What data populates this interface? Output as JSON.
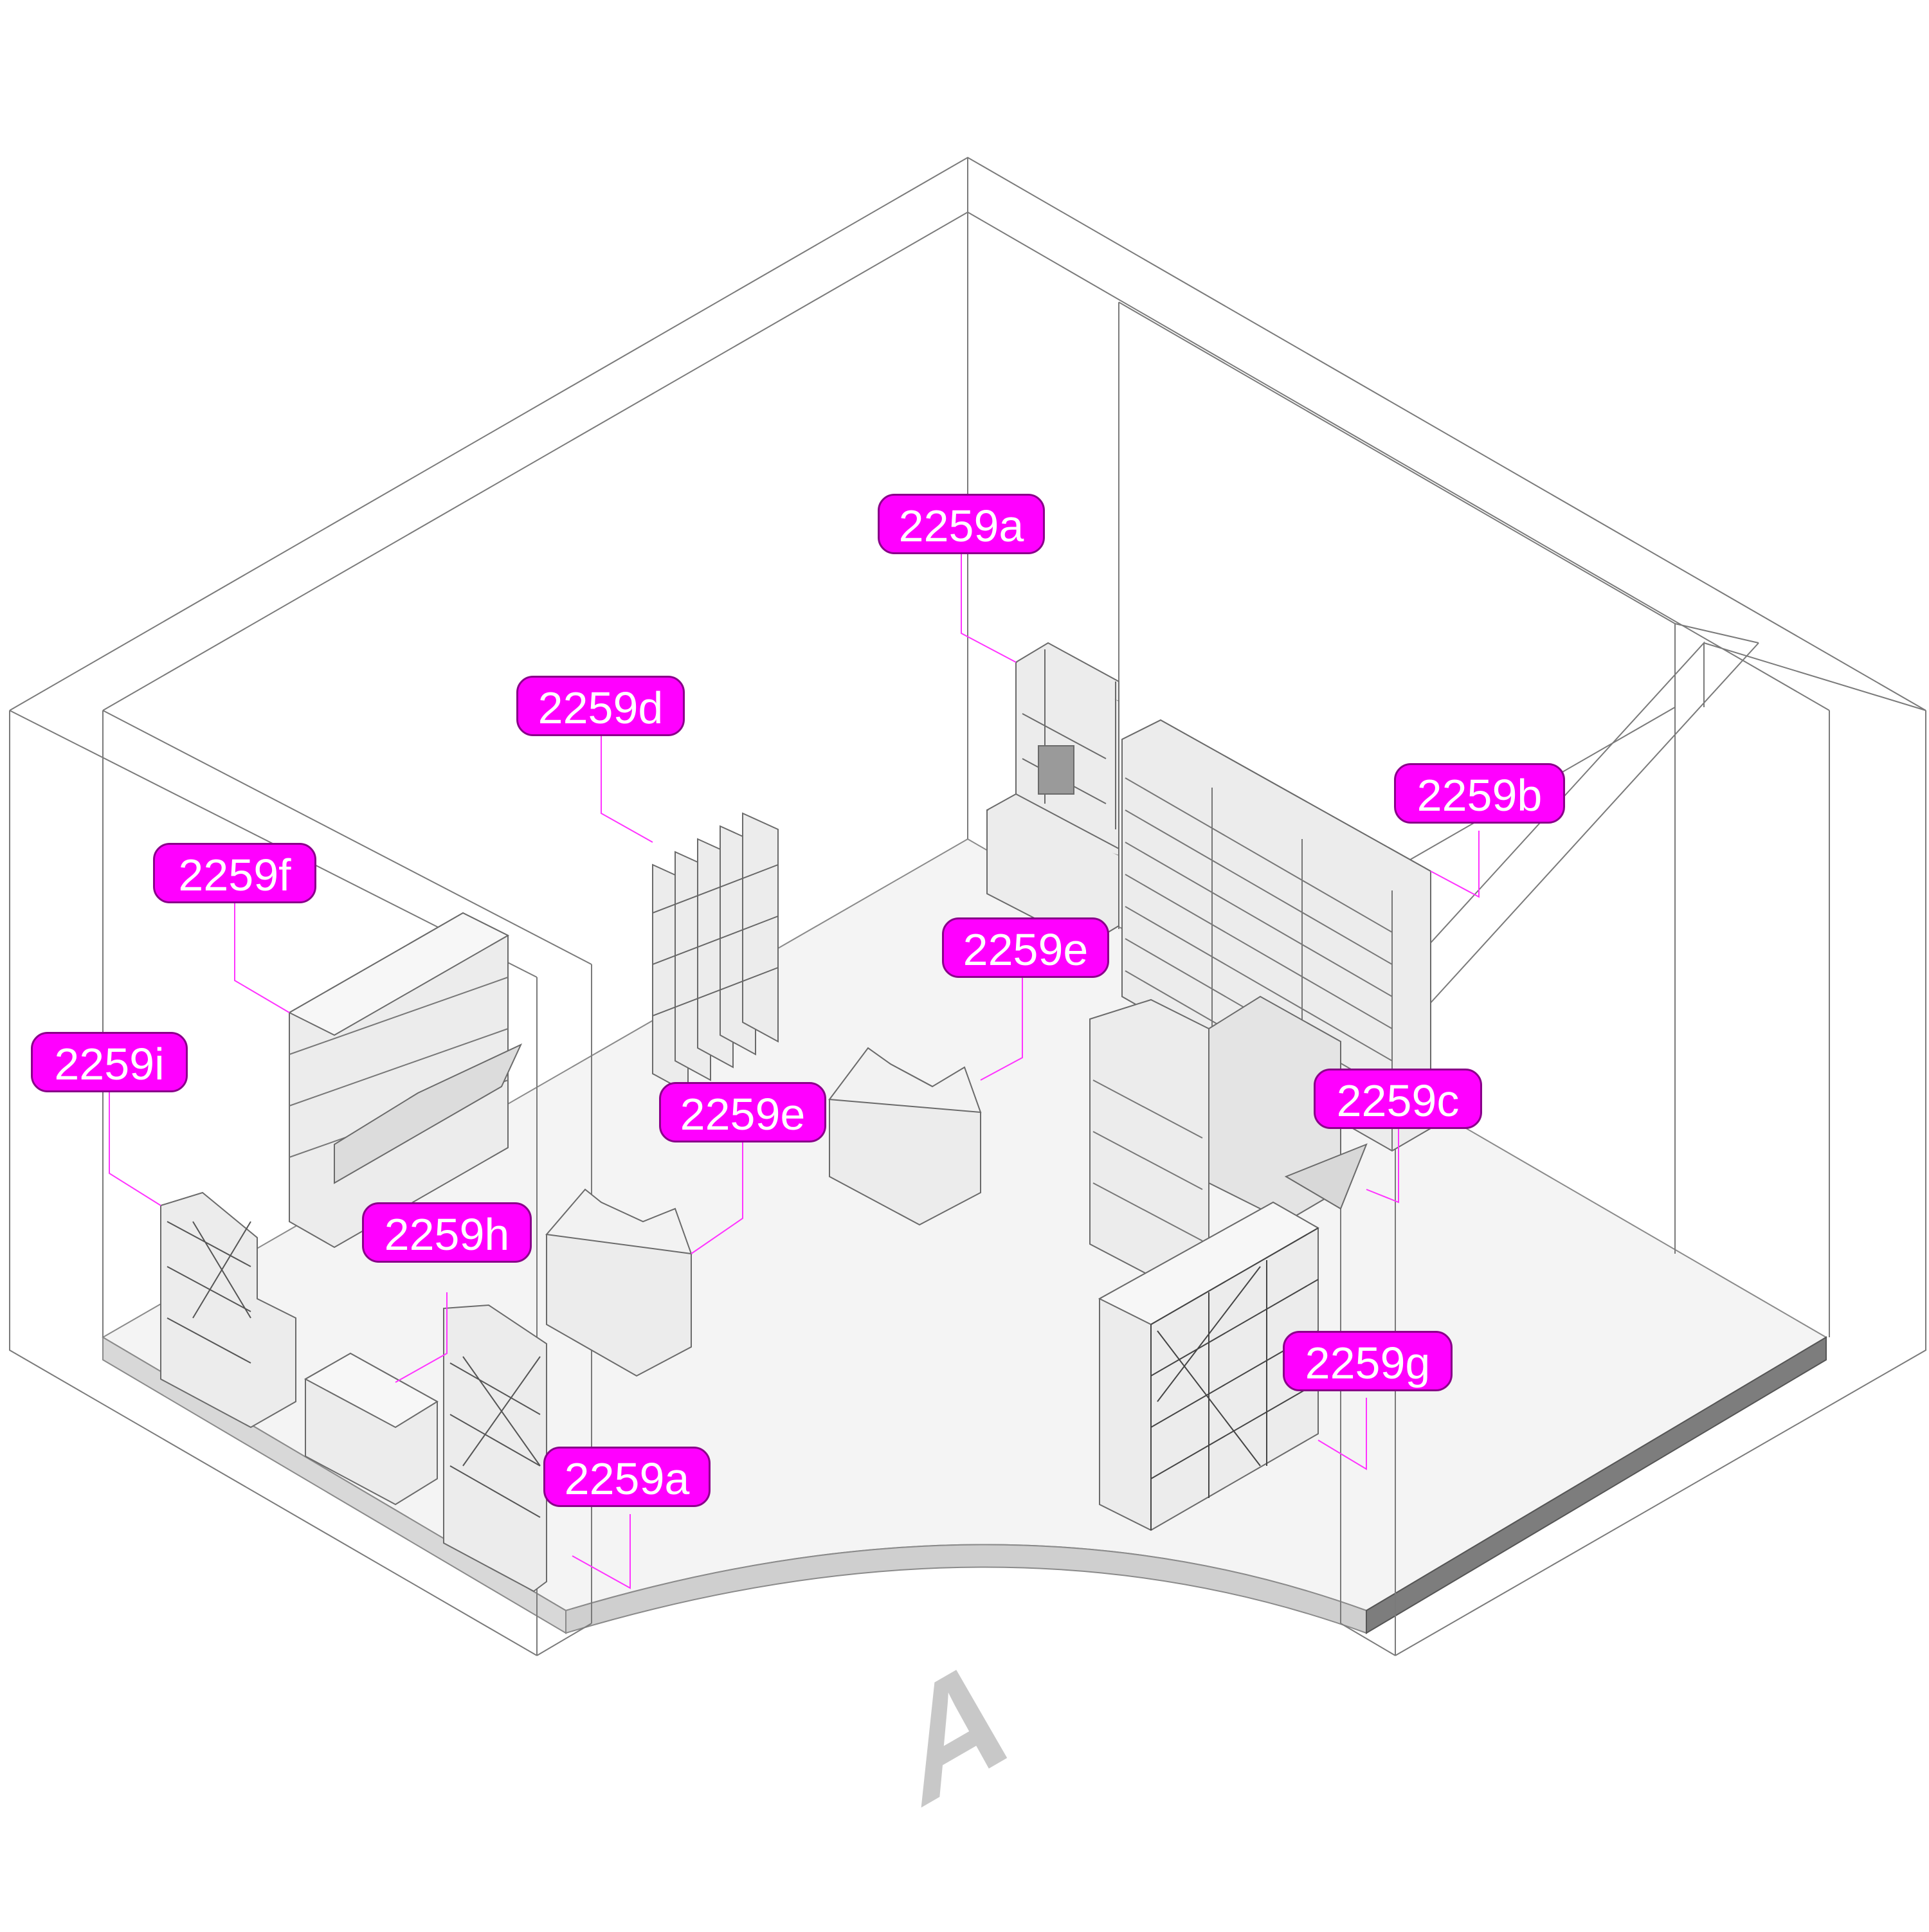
{
  "labels": [
    {
      "id": "2259a-top",
      "text": "2259a"
    },
    {
      "id": "2259d",
      "text": "2259d"
    },
    {
      "id": "2259f",
      "text": "2259f"
    },
    {
      "id": "2259b",
      "text": "2259b"
    },
    {
      "id": "2259e-right",
      "text": "2259e"
    },
    {
      "id": "2259i",
      "text": "2259i"
    },
    {
      "id": "2259e-left",
      "text": "2259e"
    },
    {
      "id": "2259c",
      "text": "2259c"
    },
    {
      "id": "2259h",
      "text": "2259h"
    },
    {
      "id": "2259g",
      "text": "2259g"
    },
    {
      "id": "2259a-bottom",
      "text": "2259a"
    }
  ],
  "compass_letter": "A",
  "colors": {
    "label_fill": "#ff00ff",
    "label_border": "#8a008a",
    "label_text": "#ffffff",
    "leader_line": "#ff33ff",
    "floor": "#f4f4f4",
    "floor_edge": "#bdbdbd",
    "wireframe": "#7a7a7a",
    "furniture": "#ececec",
    "furniture_stroke": "#6a6a6a",
    "compass": "#c8c8c8"
  }
}
